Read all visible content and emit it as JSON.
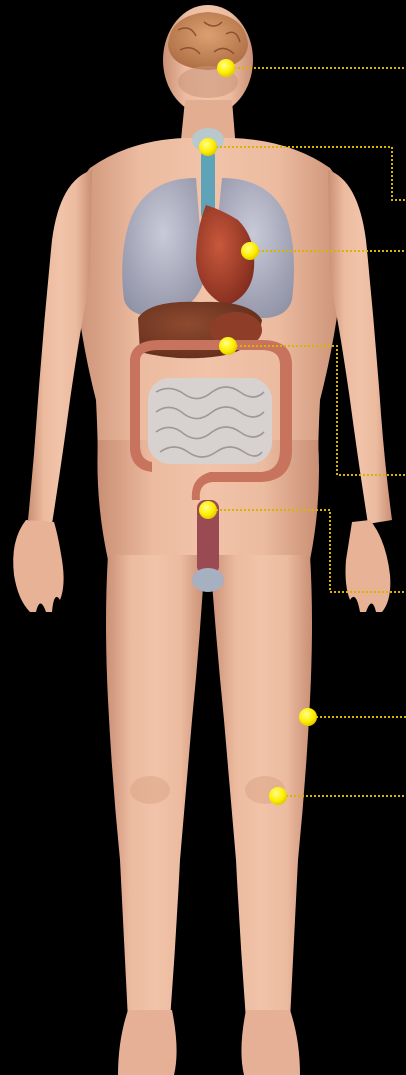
{
  "colors": {
    "background": "#000000",
    "skin": "#eab79a",
    "skin_shadow": "#c98f74",
    "marker": "#ffee00",
    "leader_line": "#d8b400",
    "lung": "#aeb0c4",
    "heart": "#a8402c",
    "liver": "#7c3a26",
    "intestine_small": "#d7d2d0",
    "intestine_large": "#c8735e",
    "brain": "#c9865a",
    "trachea": "#5fa3b8",
    "bladder": "#9a4a52"
  },
  "markers": [
    {
      "id": "brain",
      "icon": "yellow-dot"
    },
    {
      "id": "thyroid",
      "icon": "yellow-dot"
    },
    {
      "id": "heart",
      "icon": "yellow-dot"
    },
    {
      "id": "stomach",
      "icon": "yellow-dot"
    },
    {
      "id": "pelvis",
      "icon": "yellow-dot"
    },
    {
      "id": "thigh",
      "icon": "yellow-dot"
    },
    {
      "id": "knee",
      "icon": "yellow-dot"
    }
  ]
}
